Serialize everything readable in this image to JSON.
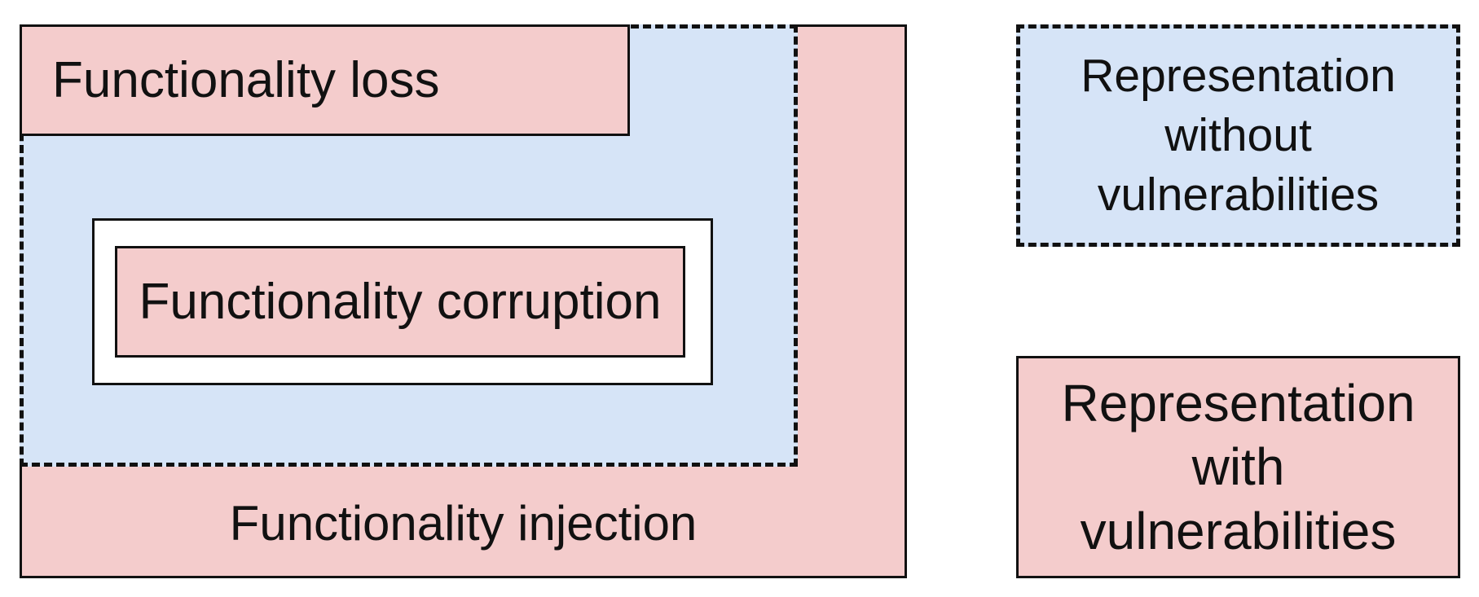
{
  "colors": {
    "vulnerable_fill": "#f4cccc",
    "safe_fill": "#d6e4f7",
    "outline": "#111111"
  },
  "regions": {
    "injection": {
      "label": "Functionality injection"
    },
    "loss": {
      "label": "Functionality loss"
    },
    "corruption": {
      "label": "Functionality corruption"
    }
  },
  "legend": {
    "without": {
      "lines": [
        "Representation",
        "without",
        "vulnerabilities"
      ]
    },
    "with": {
      "lines": [
        "Representation",
        "with",
        "vulnerabilities"
      ]
    }
  }
}
